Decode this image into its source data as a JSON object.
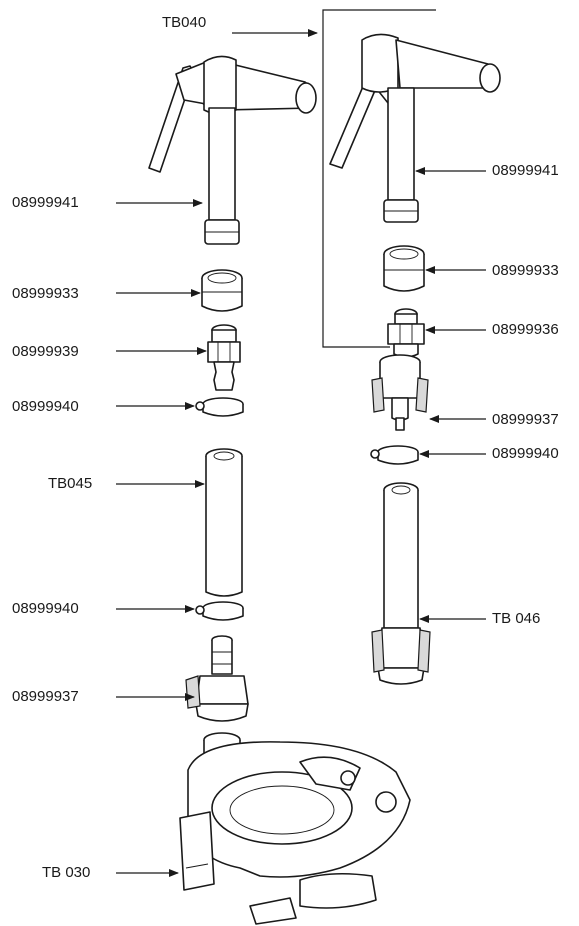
{
  "labels": {
    "tb040": "TB040",
    "left_08999941": "08999941",
    "left_08999933": "08999933",
    "left_08999939": "08999939",
    "left_08999940_a": "08999940",
    "left_tb045": "TB045",
    "left_08999940_b": "08999940",
    "left_08999937": "08999937",
    "left_tb030": "TB 030",
    "right_08999941": "08999941",
    "right_08999933": "08999933",
    "right_08999936": "08999936",
    "right_08999937": "08999937",
    "right_08999940": "08999940",
    "right_tb046": "TB 046"
  },
  "colors": {
    "line": "#1a1a1a",
    "shade": "#d9d9d9",
    "background": "#ffffff"
  }
}
